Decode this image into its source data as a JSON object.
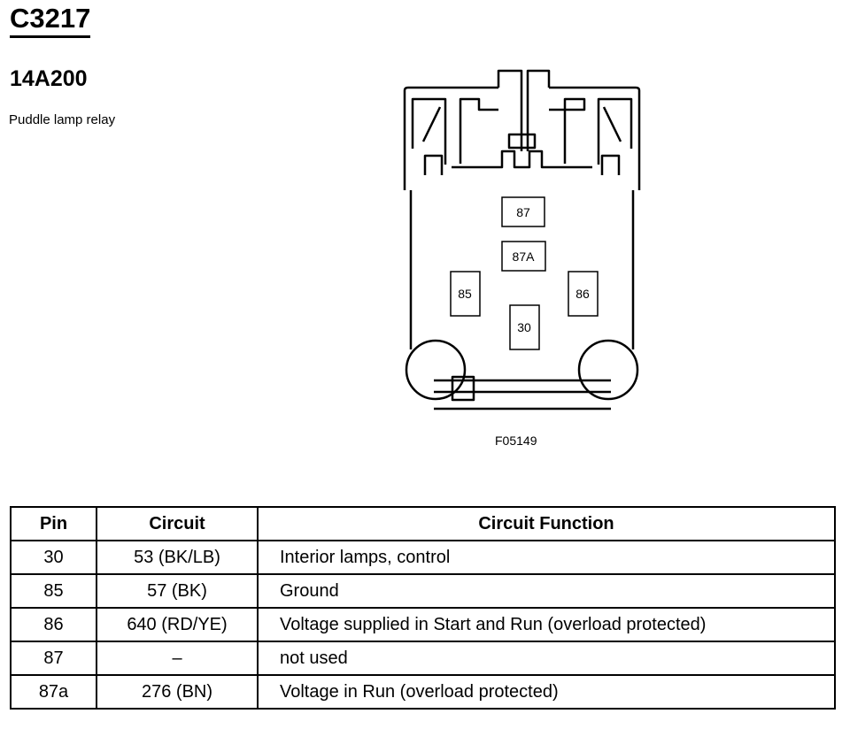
{
  "header": {
    "connector_id": "C3217",
    "part_number": "14A200",
    "description": "Puddle lamp relay"
  },
  "diagram": {
    "figure_id": "F05149",
    "terminals": [
      "87",
      "87A",
      "85",
      "86",
      "30"
    ]
  },
  "table": {
    "headers": [
      "Pin",
      "Circuit",
      "Circuit Function"
    ],
    "rows": [
      {
        "pin": "30",
        "circuit": "53 (BK/LB)",
        "function": "Interior lamps, control"
      },
      {
        "pin": "85",
        "circuit": "57 (BK)",
        "function": "Ground"
      },
      {
        "pin": "86",
        "circuit": "640 (RD/YE)",
        "function": "Voltage supplied in Start and Run (overload protected)"
      },
      {
        "pin": "87",
        "circuit": "–",
        "function": "not used"
      },
      {
        "pin": "87a",
        "circuit": "276 (BN)",
        "function": "Voltage in Run (overload protected)"
      }
    ]
  }
}
